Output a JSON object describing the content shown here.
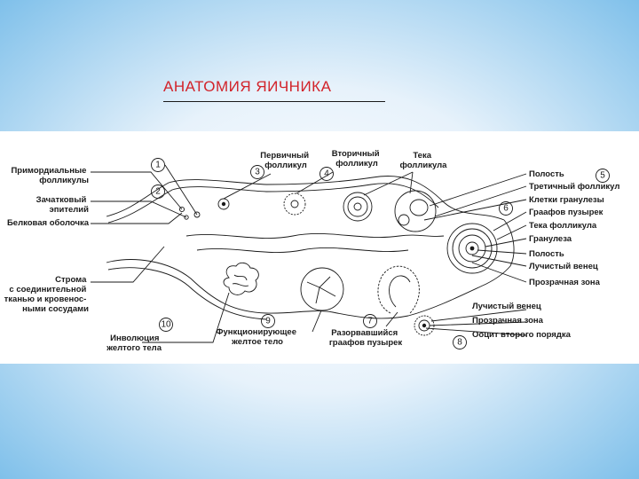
{
  "title": "АНАТОМИЯ ЯИЧНИКА",
  "diagram": {
    "left_labels": [
      [
        "Примордиальные",
        "фолликулы"
      ],
      [
        "Зачатковый",
        "эпителий"
      ],
      [
        "Белковая оболочка"
      ],
      [
        "Строма",
        "с соединительной",
        "тканью и кровенос-",
        "ными сосудами"
      ],
      [
        "Инволюция",
        "желтого тела"
      ]
    ],
    "top_labels": [
      [
        "Первичный",
        "фолликул"
      ],
      [
        "Вторичный",
        "фолликул"
      ],
      [
        "Тека",
        "фолликула"
      ]
    ],
    "right_labels": [
      "Полость",
      "Третичный фолликул",
      "Клетки гранулезы",
      "Граафов пузырек",
      "Тека фолликула",
      "Гранулеза",
      "Полость",
      "Лучистый венец",
      "Прозрачная зона"
    ],
    "bottom_labels": [
      [
        "Функционирующее",
        "желтое тело"
      ],
      [
        "Разорвавшийся",
        "граафов пузырек"
      ]
    ],
    "egg_labels": [
      "Лучистый венец",
      "Прозрачная зона",
      "Ооцит второго порядка"
    ],
    "numbers": [
      "1",
      "2",
      "3",
      "4",
      "5",
      "6",
      "7",
      "8",
      "9",
      "10"
    ]
  }
}
